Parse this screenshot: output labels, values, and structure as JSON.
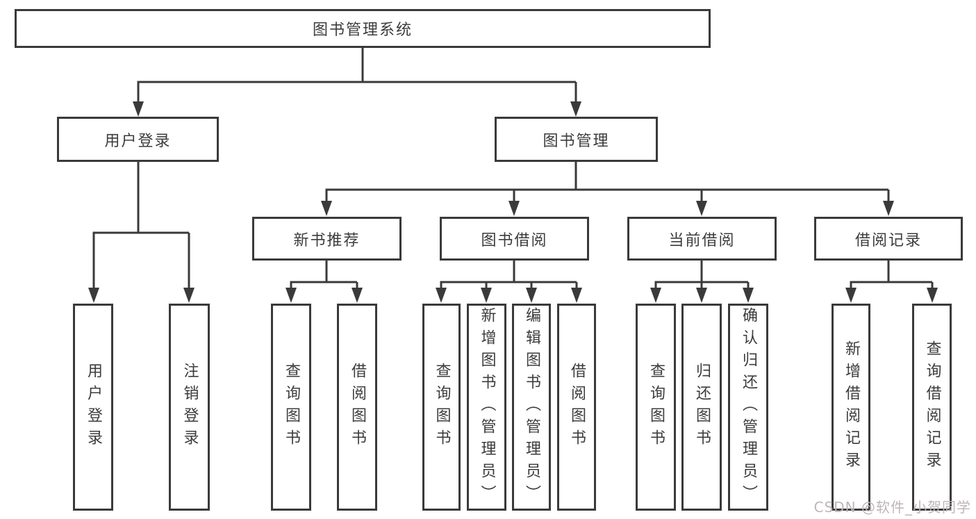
{
  "diagram": {
    "root": {
      "label": "图书管理系统"
    },
    "children": [
      {
        "label": "用户登录",
        "children": [
          {
            "label": "用户登录"
          },
          {
            "label": "注销登录"
          }
        ]
      },
      {
        "label": "图书管理",
        "children": [
          {
            "label": "新书推荐",
            "children": [
              {
                "label": "查询图书"
              },
              {
                "label": "借阅图书"
              }
            ]
          },
          {
            "label": "图书借阅",
            "children": [
              {
                "label": "查询图书"
              },
              {
                "label": "新增图书（管理员）"
              },
              {
                "label": "编辑图书（管理员）"
              },
              {
                "label": "借阅图书"
              }
            ]
          },
          {
            "label": "当前借阅",
            "children": [
              {
                "label": "查询图书"
              },
              {
                "label": "归还图书"
              },
              {
                "label": "确认归还（管理员）"
              }
            ]
          },
          {
            "label": "借阅记录",
            "children": [
              {
                "label": "新增借阅记录"
              },
              {
                "label": "查询借阅记录"
              }
            ]
          }
        ]
      }
    ]
  },
  "watermark": {
    "text": "CSDN @软件_小贺同学"
  },
  "colors": {
    "line": "#3a3a3a",
    "text": "#3c3c3c",
    "box_fill": "#ffffff",
    "background": "#ffffff",
    "watermark": "#beb6b6"
  }
}
